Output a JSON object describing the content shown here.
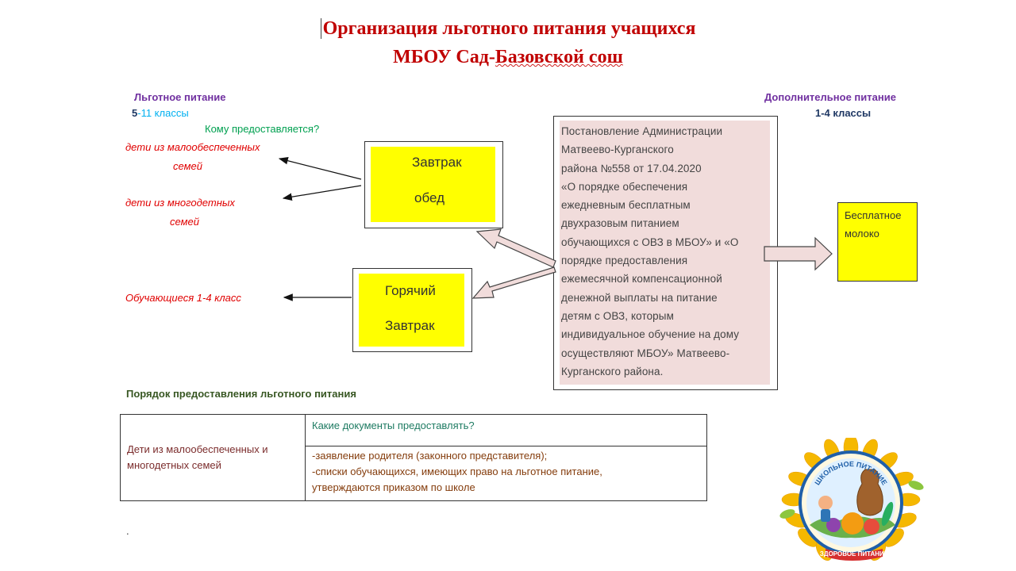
{
  "title": {
    "line1": "Организация льготного питания  учащихся",
    "line2_part1": "МБОУ Сад-",
    "line2_part2": "Базовской сош"
  },
  "left_header": {
    "title": "Льготное питание",
    "classes_digit": "5",
    "classes_rest": "-11 классы"
  },
  "right_header": {
    "title": "Дополнительное  питание",
    "classes": "1-4 классы"
  },
  "question_who": "Кому предоставляется?",
  "recipients": {
    "low_income_line1": "дети из малообеспеченных",
    "low_income_line2": "семей",
    "large_family_line1": "дети из многодетных",
    "large_family_line2": "семей",
    "primary": "Обучающиеся 1-4 класс"
  },
  "meal_box_1": {
    "line1": "Завтрак",
    "line2": "обед"
  },
  "meal_box_2": {
    "line1": "Горячий",
    "line2": "Завтрак"
  },
  "decree_lines": [
    "Постановление Администрации",
    "Матвеево-Курганского",
    "района №558 от 17.04.2020",
    "«О порядке обеспечения",
    "ежедневным бесплатным",
    "двухразовым питанием",
    "обучающихся с ОВЗ в МБОУ» и «О",
    "порядке предоставления",
    "ежемесячной компенсационной",
    "денежной выплаты на питание",
    "детям с ОВЗ, которым",
    "индивидуальное обучение на дому",
    "осуществляют МБОУ» Матвеево-",
    "Курганского района."
  ],
  "milk_box": {
    "line1": "Бесплатное",
    "line2": "молоко"
  },
  "section_title": "Порядок предоставления льготного питания",
  "table": {
    "left_line1": "Дети из малообеспеченных и",
    "left_line2": "многодетных семей",
    "question": "Какие документы предоставлять?",
    "doc_lines": [
      "-заявление родителя (законного представителя);",
      "-списки обучающихся, имеющих право на льготное питание,",
      "утверждаются приказом по школе"
    ]
  },
  "footnote": ".",
  "logo": {
    "top_text": "ШКОЛЬНОЕ ПИТАНИЕ",
    "bottom_text": "ЗДОРОВОЕ ПИТАНИЕ"
  },
  "colors": {
    "title": "#c00000",
    "header_purple": "#7030a0",
    "classes_blue": "#00b0f0",
    "recipient_red": "#e00000",
    "question_green": "#00a050",
    "meal_yellow": "#ffff00",
    "decree_pink": "#f1dcdb",
    "section_green": "#385723"
  }
}
